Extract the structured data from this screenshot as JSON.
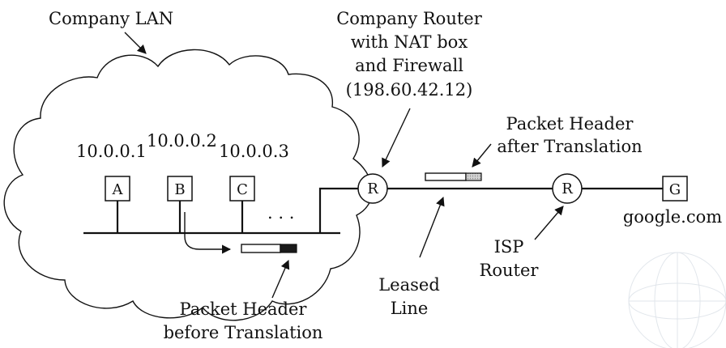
{
  "labels": {
    "company_lan": "Company LAN",
    "router_title_1": "Company Router",
    "router_title_2": "with NAT box",
    "router_title_3": "and Firewall",
    "router_ip": "(198.60.42.12)",
    "after_1": "Packet Header",
    "after_2": "after Translation",
    "before_1": "Packet Header",
    "before_2": "before Translation",
    "leased_1": "Leased",
    "leased_2": "Line",
    "isp_1": "ISP",
    "isp_2": "Router",
    "ellipsis": ". . ."
  },
  "hosts": [
    {
      "name": "A",
      "ip": "10.0.0.1"
    },
    {
      "name": "B",
      "ip": "10.0.0.2"
    },
    {
      "name": "C",
      "ip": "10.0.0.3"
    }
  ],
  "routers": {
    "company": "R",
    "isp": "R"
  },
  "server": {
    "name": "G",
    "domain": "google.com"
  },
  "colors": {
    "ink": "#111111",
    "header_before_tail": "#1a1a1a",
    "header_after_tail": "#bdbdbd"
  }
}
